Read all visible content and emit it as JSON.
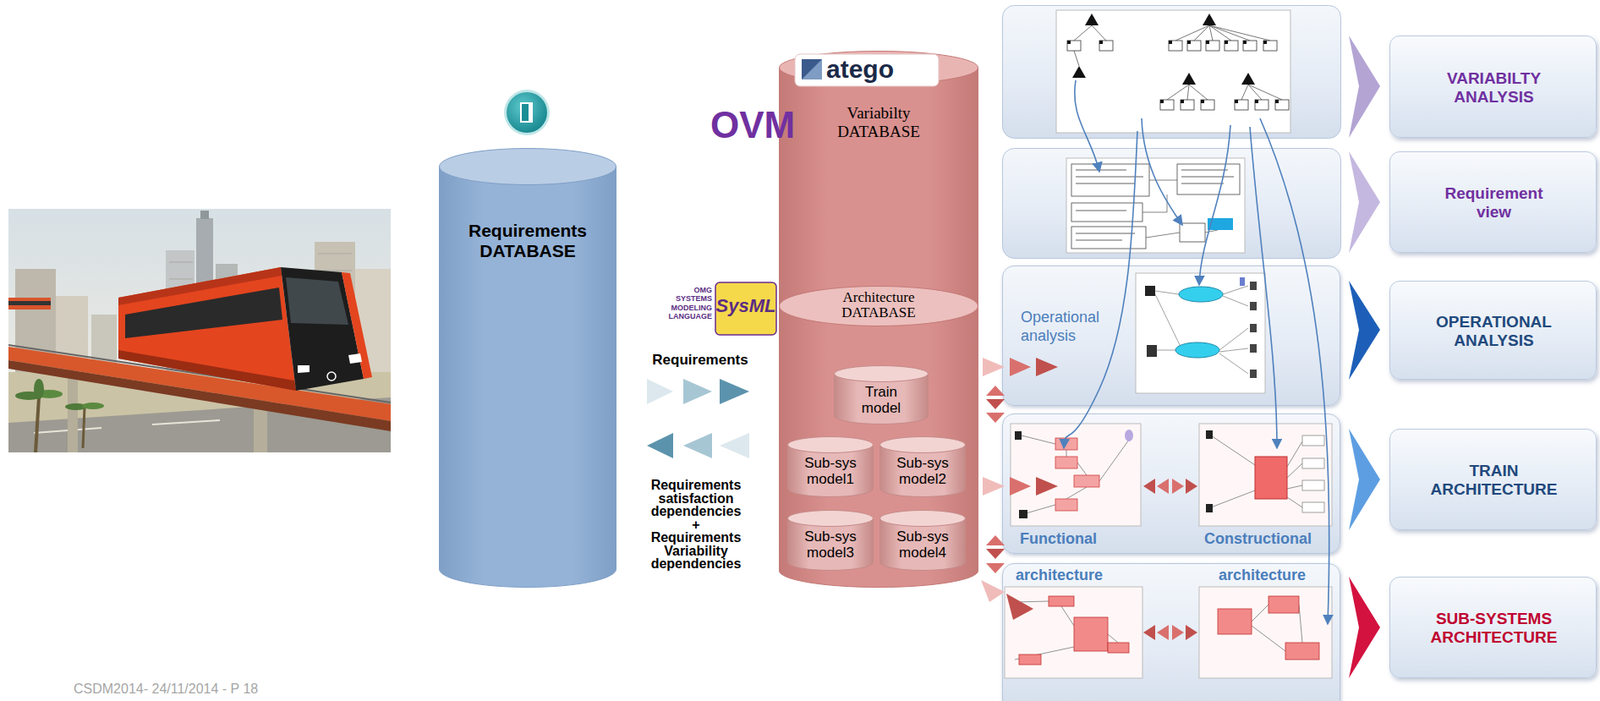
{
  "diagram": {
    "nodes": [
      {
        "text": [
          "Requirements DATABASE"
        ]
      },
      {
        "text": [
          "Variabilty DATABASE"
        ]
      },
      {
        "text": [
          "Architecture DATABASE"
        ],
        "in": 1
      },
      {
        "text": [
          "Train model"
        ],
        "in": 2
      },
      {
        "text": [
          "Sub-sys model1"
        ],
        "in": 2
      },
      {
        "text": [
          "Sub-sys model2"
        ],
        "in": 2
      },
      {
        "text": [
          "Sub-sys model3"
        ],
        "in": 2
      },
      {
        "text": [
          "Sub-sys model4"
        ],
        "in": 2
      },
      {
        "text": [
          "Operational analysis"
        ]
      },
      {
        "text": [
          "Functional",
          "Constructional"
        ]
      },
      {
        "text": [
          "architecture",
          "architecture"
        ]
      },
      {
        "text": [
          "VARIABILTY ANALYSIS"
        ]
      },
      {
        "text": [
          "Requirement view"
        ]
      },
      {
        "text": [
          "OPERATIONAL ANALYSIS"
        ]
      },
      {
        "text": [
          "TRAIN ARCHITECTURE"
        ]
      },
      {
        "text": [
          "SUB-SYSTEMS ARCHITECTURE"
        ]
      }
    ],
    "labels": [
      "atego",
      "OVM",
      "OMG SYSTEMS MODELING LANGUAGE",
      "SysML",
      "Requirements",
      "Requirements satisfaction dependencies + Requirements Variability dependencies",
      "CSDM2014- 24/11/2014 - P 18"
    ]
  }
}
